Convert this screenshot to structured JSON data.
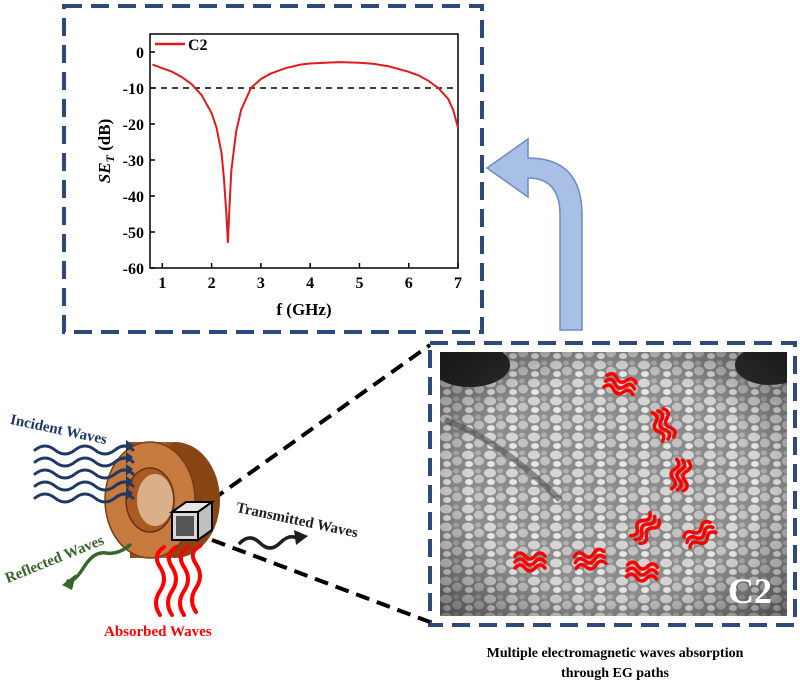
{
  "chart_data": {
    "type": "line",
    "series": [
      {
        "name": "C2",
        "color": "#e31a1c",
        "x": [
          0.8,
          1.0,
          1.2,
          1.4,
          1.6,
          1.8,
          2.0,
          2.1,
          2.2,
          2.25,
          2.3,
          2.33,
          2.36,
          2.4,
          2.5,
          2.6,
          2.8,
          3.0,
          3.2,
          3.5,
          3.8,
          4.0,
          4.3,
          4.6,
          5.0,
          5.3,
          5.6,
          6.0,
          6.2,
          6.4,
          6.6,
          6.8,
          6.9,
          7.0
        ],
        "y": [
          -3.5,
          -4.5,
          -5.5,
          -7,
          -9,
          -12,
          -17,
          -21,
          -28,
          -35,
          -45,
          -53,
          -44,
          -33,
          -22,
          -16,
          -10,
          -7.5,
          -6,
          -4.5,
          -3.5,
          -3.2,
          -3,
          -2.8,
          -3,
          -3.3,
          -4,
          -5.5,
          -6.5,
          -8,
          -10,
          -13,
          -16,
          -21
        ]
      }
    ],
    "reference_lines": [
      {
        "y": -10,
        "style": "dashed",
        "color": "#000000"
      }
    ],
    "xlabel": "f (GHz)",
    "ylabel_main": "SE",
    "ylabel_sub": "T",
    "ylabel_unit": " (dB)",
    "xlim": [
      0.75,
      7
    ],
    "ylim": [
      -60,
      5
    ],
    "xticks": [
      1,
      2,
      3,
      4,
      5,
      6,
      7
    ],
    "yticks": [
      0,
      -10,
      -20,
      -30,
      -40,
      -50,
      -60
    ],
    "legend": "top-left",
    "grid": false
  },
  "diagram": {
    "labels": {
      "incident": "Incident Waves",
      "reflected": "Reflected Waves",
      "transmitted": "Transmitted Waves",
      "absorbed": "Absorbed Waves"
    },
    "sem_label": "C2",
    "caption_line1": "Multiple electromagnetic waves absorption",
    "caption_line2": "through EG paths"
  },
  "colors": {
    "frame_dash": "#2e4a7d",
    "incident": "#1f3864",
    "reflected": "#38652a",
    "transmitted": "#1f1f1f",
    "absorbed": "#ff0000",
    "arrow_fill": "#a9c0e6",
    "arrow_stroke": "#6b8cc4",
    "ring_outer": "#b5652a",
    "ring_dark": "#8a4516"
  }
}
